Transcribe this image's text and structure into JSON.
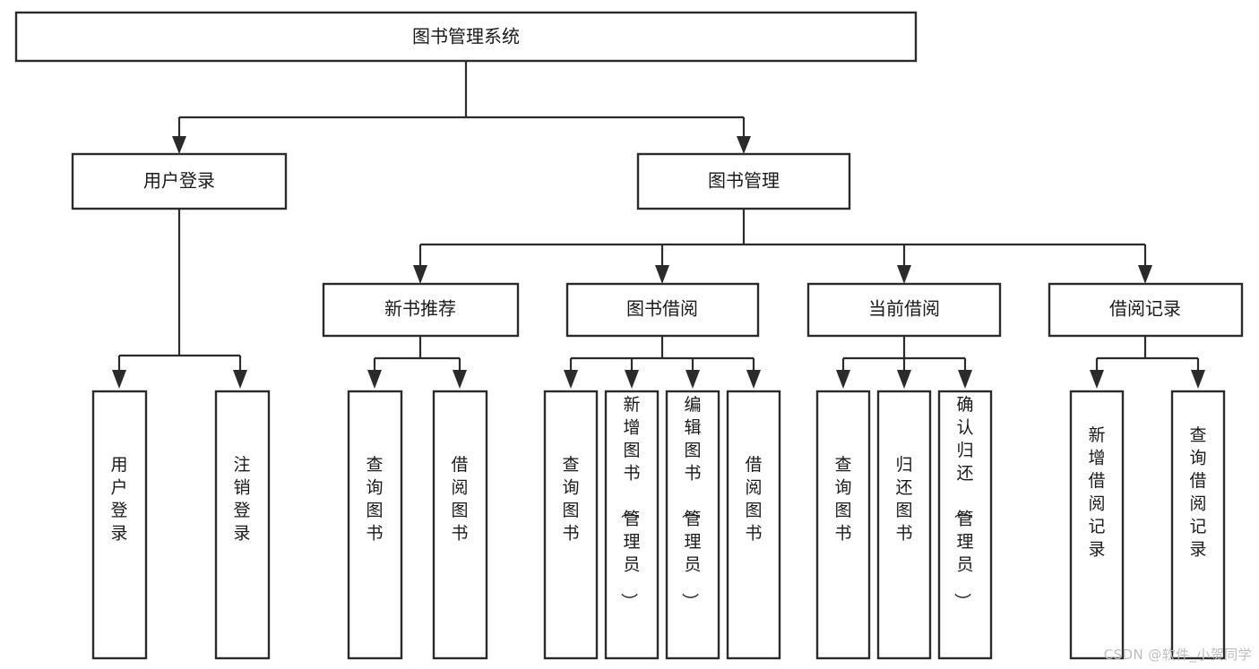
{
  "diagram": {
    "type": "tree-hierarchy-diagram",
    "title": "图书管理系统",
    "background_color": "#ffffff",
    "line_color": "#2b2b2b",
    "text_color": "#1a1a1a",
    "watermark": "CSDN @软件_小贺同学"
  },
  "nodes": {
    "root": {
      "label": "图书管理系统",
      "level": 0
    },
    "level1": [
      {
        "id": "user-login",
        "label": "用户登录"
      },
      {
        "id": "book-management",
        "label": "图书管理"
      }
    ],
    "level2": [
      {
        "id": "new-book-recommend",
        "label": "新书推荐",
        "parent": "book-management"
      },
      {
        "id": "book-borrow",
        "label": "图书借阅",
        "parent": "book-management"
      },
      {
        "id": "current-borrow",
        "label": "当前借阅",
        "parent": "book-management"
      },
      {
        "id": "borrow-record",
        "label": "借阅记录",
        "parent": "book-management"
      }
    ],
    "leaves": [
      {
        "id": "leaf-user-login",
        "label": "用户登录",
        "parent": "user-login"
      },
      {
        "id": "leaf-logout-login",
        "label": "注销登录",
        "parent": "user-login"
      },
      {
        "id": "leaf-query-book-1",
        "label": "查询图书",
        "parent": "new-book-recommend"
      },
      {
        "id": "leaf-borrow-book-1",
        "label": "借阅图书",
        "parent": "new-book-recommend"
      },
      {
        "id": "leaf-query-book-2",
        "label": "查询图书",
        "parent": "book-borrow"
      },
      {
        "id": "leaf-add-book-admin",
        "label": "新增图书（管理员）",
        "parent": "book-borrow"
      },
      {
        "id": "leaf-edit-book-admin",
        "label": "编辑图书（管理员）",
        "parent": "book-borrow"
      },
      {
        "id": "leaf-borrow-book-2",
        "label": "借阅图书",
        "parent": "book-borrow"
      },
      {
        "id": "leaf-query-book-3",
        "label": "查询图书",
        "parent": "current-borrow"
      },
      {
        "id": "leaf-return-book",
        "label": "归还图书",
        "parent": "current-borrow"
      },
      {
        "id": "leaf-confirm-return-admin",
        "label": "确认归还（管理员）",
        "parent": "current-borrow"
      },
      {
        "id": "leaf-add-borrow-record",
        "label": "新增借阅记录",
        "parent": "borrow-record"
      },
      {
        "id": "leaf-query-borrow-record",
        "label": "查询借阅记录",
        "parent": "borrow-record"
      }
    ]
  }
}
